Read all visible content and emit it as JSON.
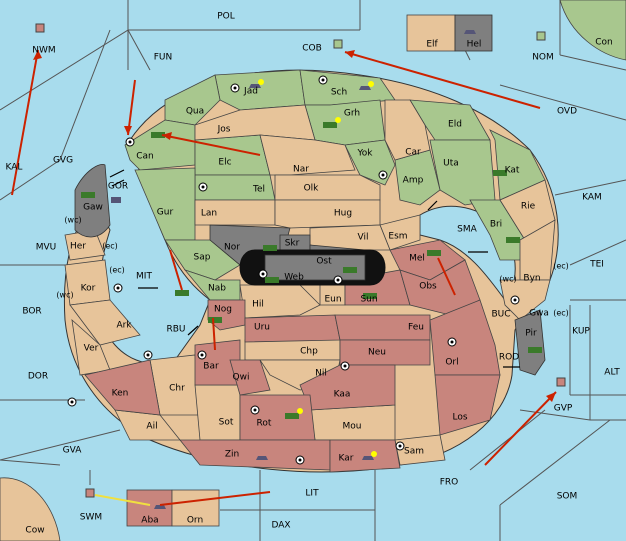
{
  "map": {
    "colors": {
      "sea": "#a8dced",
      "neutral": "#e7c49a",
      "green_power": "#a8c78e",
      "red_power": "#c8857d",
      "grey_power": "#7f7f7f",
      "order_arrow": "#cc2200",
      "support_arrow": "#f0e040"
    },
    "sea_labels": [
      "POL",
      "COB",
      "FUN",
      "NWM",
      "NOM",
      "Con",
      "OVD",
      "KAL",
      "GVG",
      "GOR",
      "KAM",
      "MVU",
      "SMA",
      "TEI",
      "BOR",
      "MIT",
      "RBU",
      "BUC",
      "KUP",
      "DOR",
      "ROD",
      "ALT",
      "GVP",
      "GVA",
      "FRO",
      "SOM",
      "LIT",
      "SWM",
      "DAX"
    ],
    "coast_labels": [
      "(wc)",
      "(ec)",
      "(ec)",
      "(wc)",
      "(wc)",
      "(ec)",
      "(ec)"
    ],
    "land_labels": [
      "Jad",
      "Sch",
      "Qua",
      "Jos",
      "Grh",
      "Eld",
      "Can",
      "Car",
      "Elc",
      "Nar",
      "Yok",
      "Uta",
      "Kat",
      "Tel",
      "Olk",
      "Amp",
      "Gaw",
      "Gur",
      "Lan",
      "Hug",
      "Rie",
      "Her",
      "Esm",
      "Bri",
      "Nor",
      "Skr",
      "Vil",
      "Ost",
      "Sap",
      "Web",
      "Mel",
      "Byn",
      "Kor",
      "Nab",
      "Eun",
      "Sun",
      "Obs",
      "Hil",
      "Gwa",
      "Nog",
      "Ark",
      "Uru",
      "Feu",
      "Pir",
      "Chp",
      "Neu",
      "Ver",
      "Bar",
      "Qwi",
      "Nil",
      "Orl",
      "Ken",
      "Chr",
      "Kaa",
      "Los",
      "Rot",
      "Ail",
      "Sot",
      "Mou",
      "Zin",
      "Kar",
      "Sam",
      "Elf",
      "Hel",
      "Aba",
      "Orn",
      "Cow"
    ]
  }
}
